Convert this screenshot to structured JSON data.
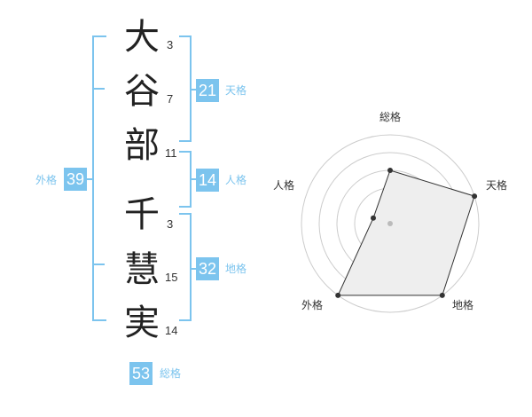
{
  "name": {
    "characters": [
      {
        "char": "大",
        "strokes": "3"
      },
      {
        "char": "谷",
        "strokes": "7"
      },
      {
        "char": "部",
        "strokes": "11"
      },
      {
        "char": "千",
        "strokes": "3"
      },
      {
        "char": "慧",
        "strokes": "15"
      },
      {
        "char": "実",
        "strokes": "14"
      }
    ]
  },
  "scores": {
    "tenkaku": {
      "value": "21",
      "label": "天格"
    },
    "jinkaku": {
      "value": "14",
      "label": "人格"
    },
    "chikaku": {
      "value": "32",
      "label": "地格"
    },
    "gaikaku": {
      "value": "39",
      "label": "外格"
    },
    "soukaku": {
      "value": "53",
      "label": "総格"
    }
  },
  "colors": {
    "accent": "#7cc4ee",
    "text": "#222222",
    "radar_fill": "#eeeeee",
    "radar_line": "#333333",
    "grid": "#cccccc"
  },
  "chart_data": {
    "type": "radar",
    "axes": [
      "総格",
      "天格",
      "地格",
      "外格",
      "人格"
    ],
    "values": [
      0.6,
      1.0,
      1.0,
      1.0,
      0.2
    ],
    "rings": 5
  }
}
